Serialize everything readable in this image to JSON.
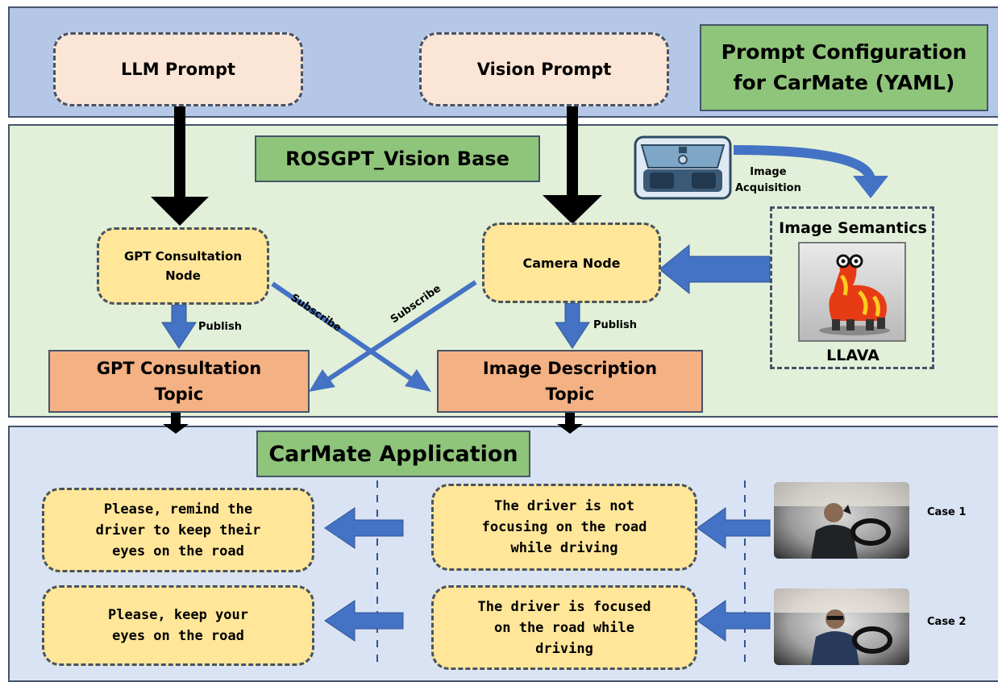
{
  "prompt_config": {
    "llm_prompt": "LLM Prompt",
    "vision_prompt": "Vision Prompt",
    "title": "Prompt Configuration\nfor CarMate (YAML)"
  },
  "base": {
    "title": "ROSGPT_Vision Base",
    "gpt_node": "GPT Consultation\nNode",
    "camera_node": "Camera Node",
    "gpt_topic": "GPT Consultation\nTopic",
    "image_topic": "Image Description\nTopic",
    "publish_left": "Publish",
    "publish_right": "Publish",
    "subscribe_left": "Subscribe",
    "subscribe_right": "Subscribe",
    "image_acquisition": "Image\nAcquisition",
    "image_semantics": "Image Semantics",
    "llava": "LLAVA"
  },
  "app": {
    "title": "CarMate Application",
    "case1": {
      "label": "Case 1",
      "description": "The driver is not\nfocusing on the road\nwhile driving",
      "response": "Please, remind the\ndriver to keep their\neyes on the road"
    },
    "case2": {
      "label": "Case 2",
      "description": "The driver is focused\non the road while\ndriving",
      "response": "Please, keep your\neyes on the road"
    }
  },
  "colors": {
    "top_band": "#b4c7e7",
    "mid_band": "#e2f0d9",
    "bottom_band": "#dae3f3",
    "arrow_blue": "#4472c4",
    "title_green": "#8fc57b"
  }
}
